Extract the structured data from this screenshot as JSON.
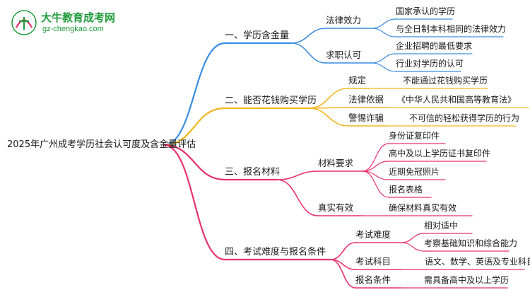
{
  "logo": {
    "name": "大牛教育成考网",
    "url": "gz-chengkao.com"
  },
  "colors": {
    "branch1": "#3a8de0",
    "branch2": "#f2b61f",
    "branch3": "#e8326e",
    "branch4": "#e8326e",
    "brand": "#1f9a3a"
  },
  "root": "2025年广州成考学历社会认可度及含金量评估",
  "branches": [
    {
      "label": "一、学历含金量",
      "children": [
        {
          "label": "法律效力",
          "children": [
            "国家承认的学历",
            "与全日制本科相同的法律效力"
          ]
        },
        {
          "label": "求职认可",
          "children": [
            "企业招聘的最低要求",
            "行业对学历的认可"
          ]
        }
      ]
    },
    {
      "label": "二、能否花钱购买学历",
      "children": [
        {
          "label": "规定",
          "children": [
            "不能通过花钱购买学历"
          ]
        },
        {
          "label": "法律依据",
          "children": [
            "《中华人民共和国高等教育法》"
          ]
        },
        {
          "label": "警惕诈骗",
          "children": [
            "不可信的轻松获得学历的行为"
          ]
        }
      ]
    },
    {
      "label": "三、报名材料",
      "children": [
        {
          "label": "材料要求",
          "children": [
            "身份证复印件",
            "高中及以上学历证书复印件",
            "近期免冠照片",
            "报名表格"
          ]
        },
        {
          "label": "真实有效",
          "children": [
            "确保材料真实有效"
          ]
        }
      ]
    },
    {
      "label": "四、考试难度与报名条件",
      "children": [
        {
          "label": "考试难度",
          "children": [
            "相对适中",
            "考察基础知识和综合能力"
          ]
        },
        {
          "label": "考试科目",
          "children": [
            "语文、数学、英语及专业科目"
          ]
        },
        {
          "label": "报名条件",
          "children": [
            "需具备高中及以上学历"
          ]
        }
      ]
    }
  ]
}
